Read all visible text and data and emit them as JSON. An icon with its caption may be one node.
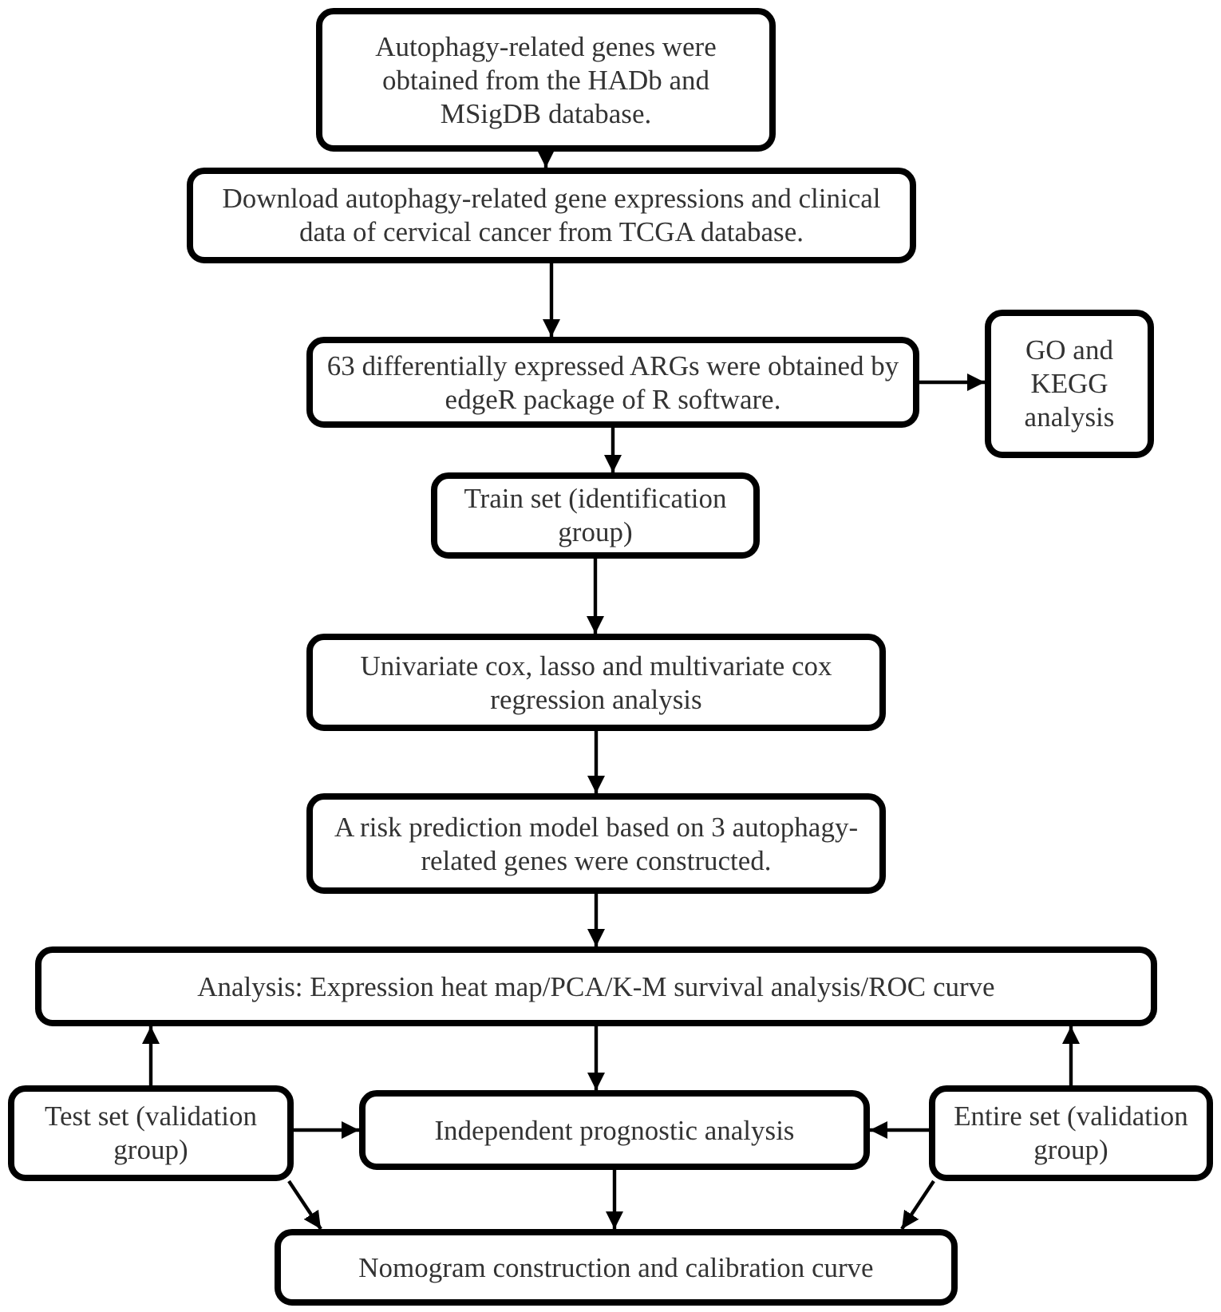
{
  "diagram": {
    "nodes": [
      {
        "text": [
          "Autophagy-related genes were obtained from the HADb and MSigDB database."
        ]
      },
      {
        "text": [
          "Download autophagy-related gene expressions and clinical data of cervical cancer from TCGA  database."
        ]
      },
      {
        "text": [
          "63 differentially expressed ARGs were obtained by edgeR package of R software."
        ]
      },
      {
        "text": [
          "GO and KEGG analysis"
        ]
      },
      {
        "text": [
          "Train set (identification group)"
        ]
      },
      {
        "text": [
          "Univariate cox, lasso and multivariate cox regression analysis"
        ]
      },
      {
        "text": [
          "A risk prediction model based on 3 autophagy-related genes were constructed."
        ]
      },
      {
        "text": [
          "Analysis: Expression heat map/PCA/K-M survival analysis/ROC curve"
        ]
      },
      {
        "text": [
          "Test set (validation group)"
        ]
      },
      {
        "text": [
          "Independent prognostic analysis"
        ]
      },
      {
        "text": [
          "Entire set (validation group)"
        ]
      },
      {
        "text": [
          "Nomogram construction and calibration curve"
        ]
      }
    ],
    "edges": [
      {
        "from": 0,
        "to": 1,
        "arrow": "to"
      },
      {
        "from": 1,
        "to": 2,
        "arrow": "to"
      },
      {
        "from": 2,
        "to": 3,
        "arrow": "to"
      },
      {
        "from": 2,
        "to": 4,
        "arrow": "to"
      },
      {
        "from": 4,
        "to": 5,
        "arrow": "to"
      },
      {
        "from": 5,
        "to": 6,
        "arrow": "to"
      },
      {
        "from": 6,
        "to": 7,
        "arrow": "to"
      },
      {
        "from": 7,
        "to": 9,
        "arrow": "to"
      },
      {
        "from": 9,
        "to": 11,
        "arrow": "to"
      },
      {
        "from": 8,
        "to": 7,
        "arrow": "to"
      },
      {
        "from": 8,
        "to": 9,
        "arrow": "to"
      },
      {
        "from": 8,
        "to": 11,
        "arrow": "to"
      },
      {
        "from": 10,
        "to": 7,
        "arrow": "to"
      },
      {
        "from": 10,
        "to": 9,
        "arrow": "to"
      },
      {
        "from": 10,
        "to": 11,
        "arrow": "to"
      }
    ]
  }
}
